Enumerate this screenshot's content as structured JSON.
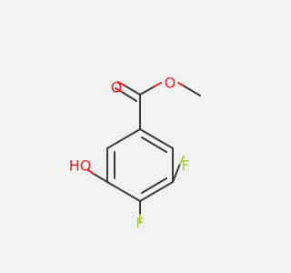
{
  "molecule": {
    "atoms": {
      "carbonyl_oxygen": {
        "label": "O",
        "color": "#e32424"
      },
      "ester_oxygen": {
        "label": "O",
        "color": "#e32424"
      },
      "hydroxyl": {
        "label": "HO",
        "color": "#e32424"
      },
      "fluorine_3": {
        "label": "F",
        "color": "#a8cf3a"
      },
      "fluorine_4": {
        "label": "F",
        "color": "#a8cf3a"
      }
    },
    "colors": {
      "bond": "#3a3a3a",
      "background": "#f2f2f2"
    }
  }
}
